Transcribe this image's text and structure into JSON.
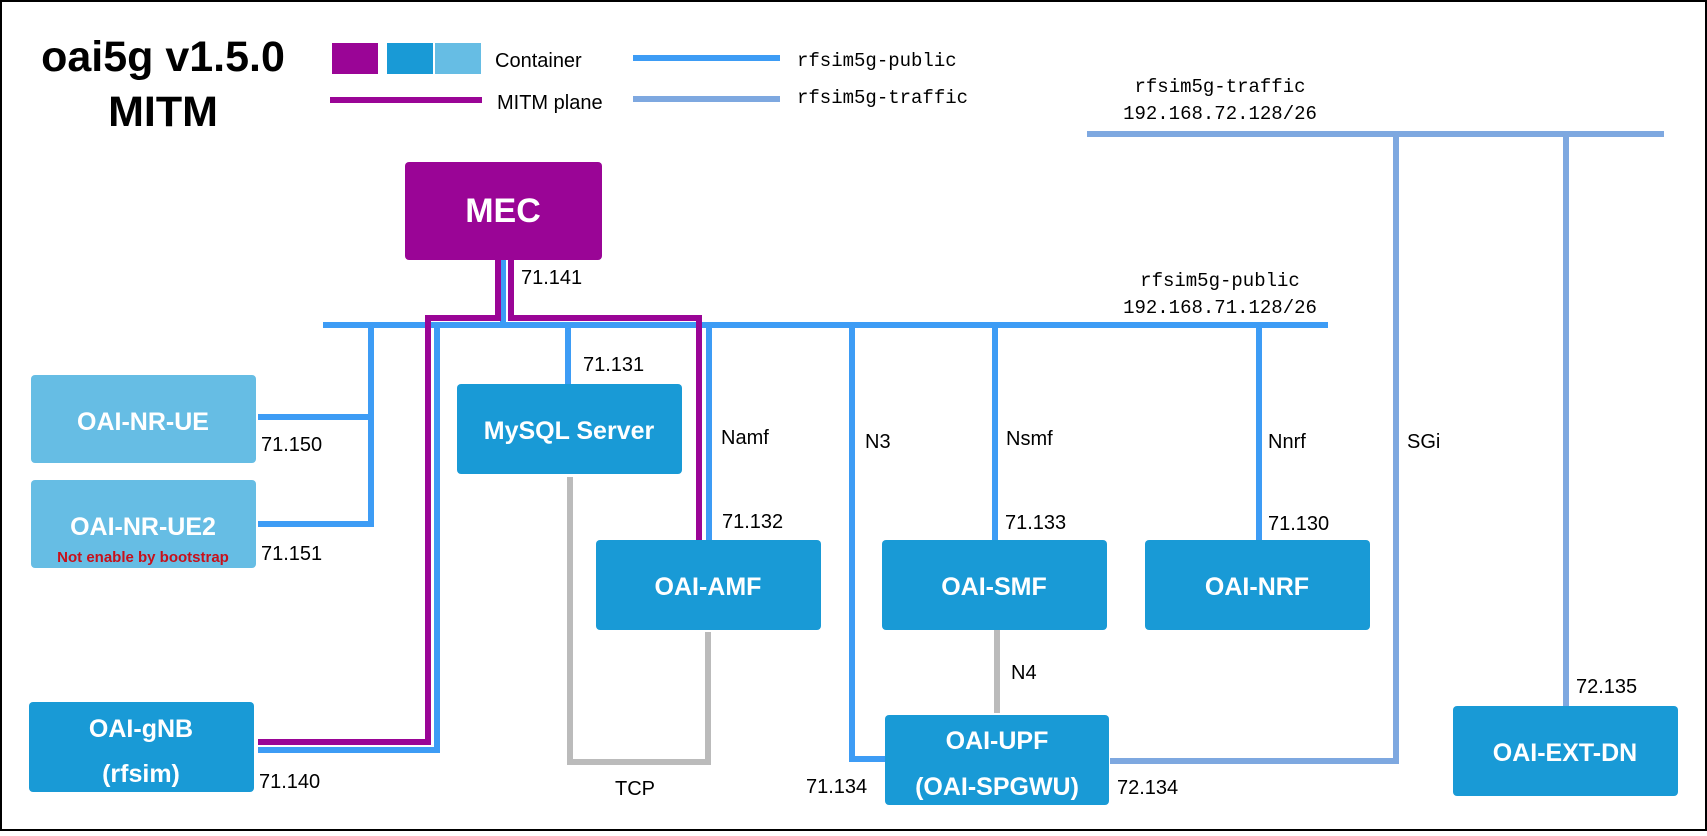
{
  "title": {
    "line1": "oai5g v1.5.0",
    "line2": "MITM"
  },
  "legend": {
    "container": "Container",
    "mitm_plane": "MITM plane",
    "public_net": "rfsim5g-public",
    "traffic_net": "rfsim5g-traffic"
  },
  "colors": {
    "container_dark": "#199ad6",
    "container_light": "#66bde4",
    "mitm": "#9a0596",
    "public": "#3d9cf5",
    "traffic": "#7ea8e0",
    "tcp": "#bbbbbb",
    "warning": "#c8101a"
  },
  "networks": {
    "public": {
      "name": "rfsim5g-public",
      "subnet": "192.168.71.128/26"
    },
    "traffic": {
      "name": "rfsim5g-traffic",
      "subnet": "192.168.72.128/26"
    }
  },
  "nodes": {
    "mec": "MEC",
    "mysql": "MySQL Server",
    "ue": "OAI-NR-UE",
    "ue2": "OAI-NR-UE2",
    "ue2_note": "Not enable by bootstrap",
    "gnb_line1": "OAI-gNB",
    "gnb_line2": "(rfsim)",
    "amf": "OAI-AMF",
    "smf": "OAI-SMF",
    "nrf": "OAI-NRF",
    "upf_line1": "OAI-UPF",
    "upf_line2": "(OAI-SPGWU)",
    "extdn": "OAI-EXT-DN"
  },
  "addresses": {
    "mec": "71.141",
    "mysql": "71.131",
    "ue": "71.150",
    "ue2": "71.151",
    "gnb": "71.140",
    "amf": "71.132",
    "smf": "71.133",
    "nrf": "71.130",
    "upf_public": "71.134",
    "upf_traffic": "72.134",
    "extdn": "72.135"
  },
  "interfaces": {
    "namf": "Namf",
    "n3": "N3",
    "nsmf": "Nsmf",
    "nnrf": "Nnrf",
    "sgi": "SGi",
    "n4": "N4",
    "tcp": "TCP"
  }
}
